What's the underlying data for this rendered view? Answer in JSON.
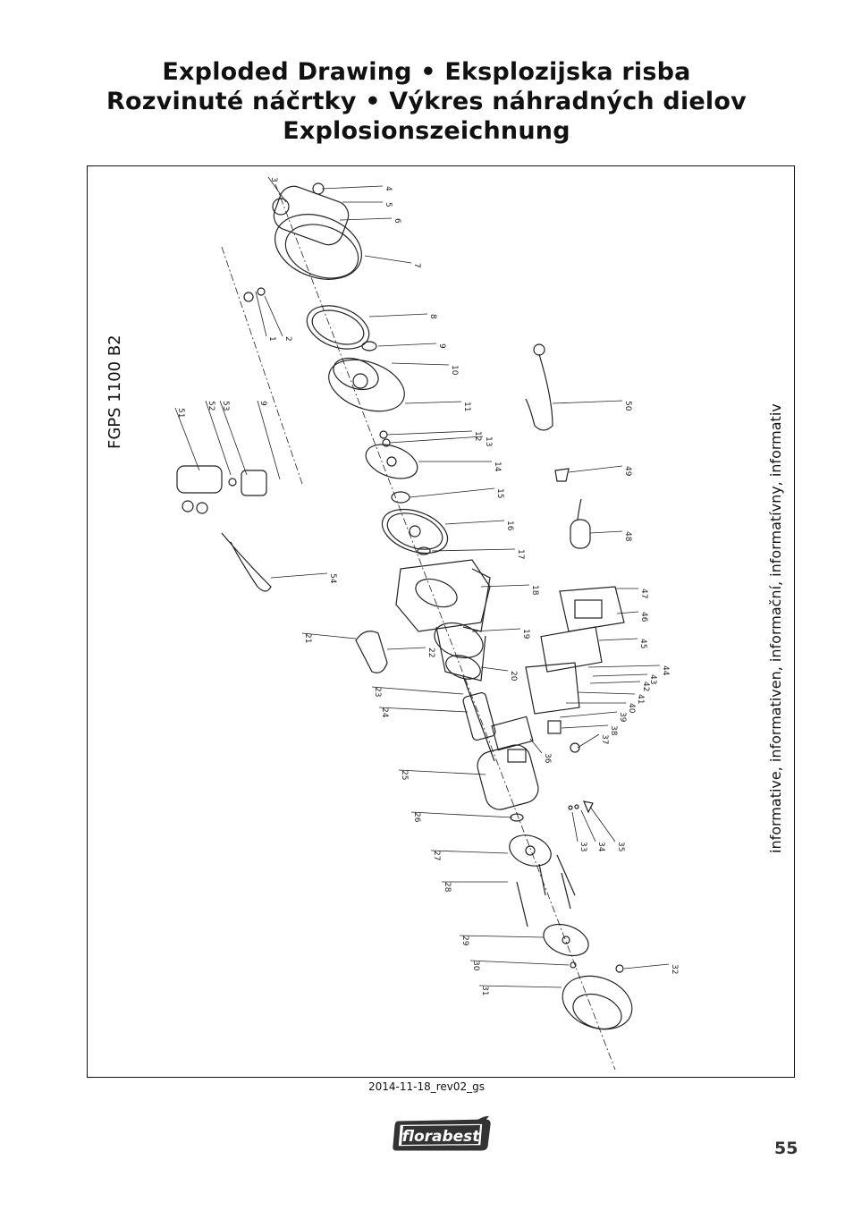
{
  "header": {
    "line1": "Exploded Drawing • Eksplozijska risba",
    "line2": "Rozvinuté náčrtky • Výkres náhradných dielov",
    "line3": "Explosionszeichnung"
  },
  "drawing": {
    "model": "FGPS 1100 B2",
    "side_note": "informative, informativen, informační, informatívny, informativ",
    "part_labels": [
      "1",
      "2",
      "3",
      "4",
      "5",
      "6",
      "7",
      "8",
      "9",
      "10",
      "11",
      "12",
      "13",
      "14",
      "15",
      "16",
      "17",
      "18",
      "19",
      "20",
      "21",
      "22",
      "23",
      "24",
      "25",
      "26",
      "27",
      "28",
      "29",
      "30",
      "31",
      "32",
      "33",
      "34",
      "35",
      "36",
      "37",
      "38",
      "39",
      "40",
      "41",
      "42",
      "43",
      "44",
      "45",
      "46",
      "47",
      "48",
      "49",
      "50",
      "51",
      "52",
      "53",
      "9",
      "54"
    ]
  },
  "footer": {
    "revision": "2014-11-18_rev02_gs",
    "brand": "florabest",
    "page_number": "55"
  }
}
